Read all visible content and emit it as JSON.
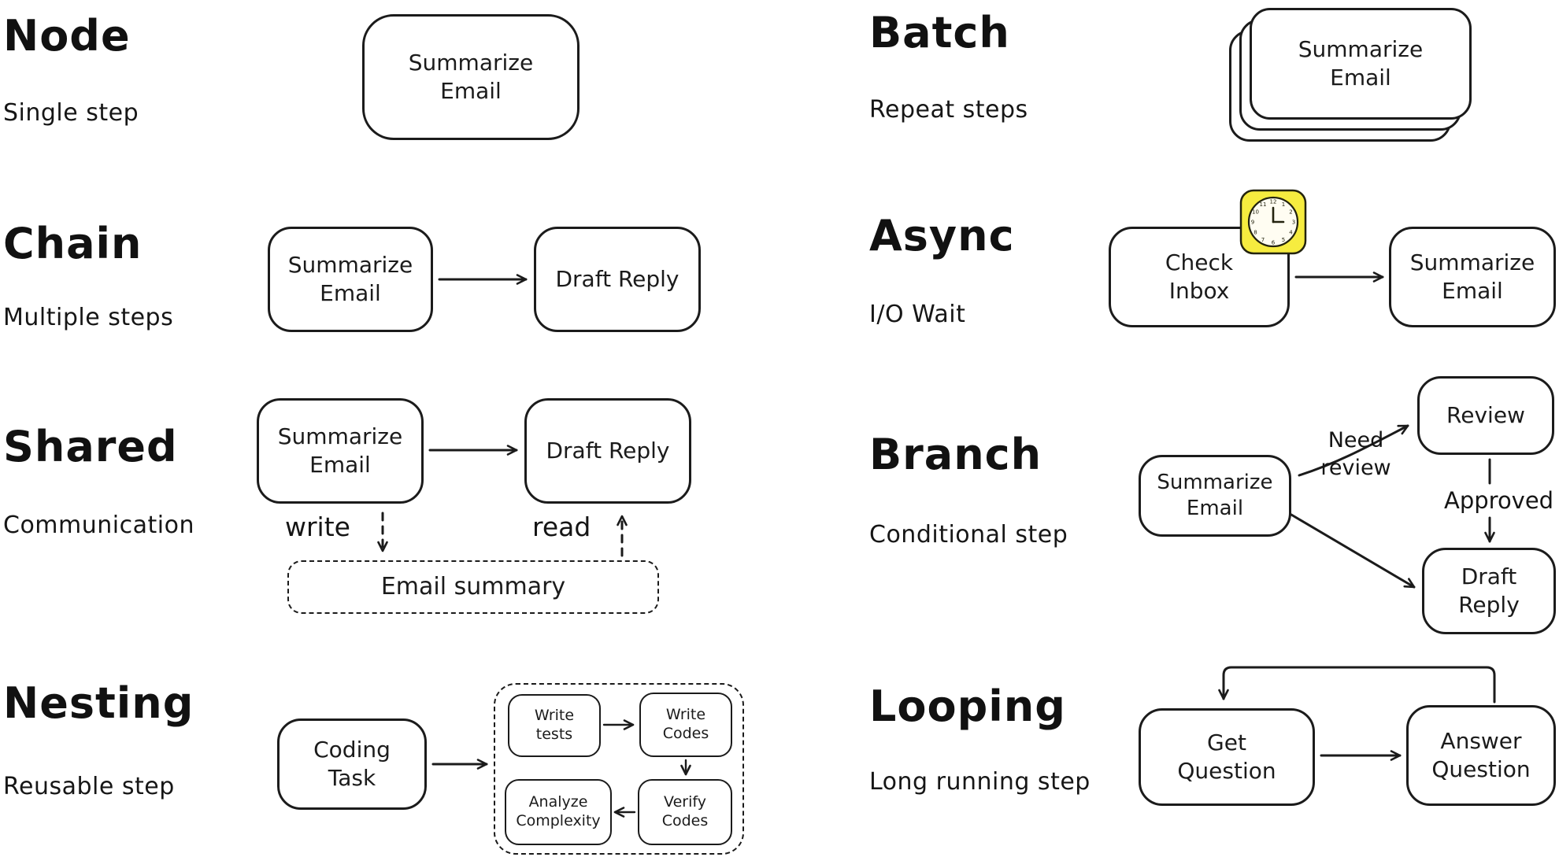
{
  "sections": {
    "node": {
      "title": "Node",
      "subtitle": "Single step",
      "box": "Summarize Email"
    },
    "chain": {
      "title": "Chain",
      "subtitle": "Multiple steps",
      "box1": "Summarize Email",
      "box2": "Draft Reply"
    },
    "shared": {
      "title": "Shared",
      "subtitle": "Communication",
      "box1": "Summarize Email",
      "box2": "Draft Reply",
      "write_label": "write",
      "read_label": "read",
      "store": "Email summary"
    },
    "nesting": {
      "title": "Nesting",
      "subtitle": "Reusable step",
      "box": "Coding Task",
      "sub_steps": {
        "s1": "Write tests",
        "s2": "Write Codes",
        "s3": "Analyze Complexity",
        "s4": "Verify Codes"
      }
    },
    "batch": {
      "title": "Batch",
      "subtitle": "Repeat steps",
      "box": "Summarize Email"
    },
    "async": {
      "title": "Async",
      "subtitle": "I/O Wait",
      "box1": "Check Inbox",
      "box2": "Summarize Email"
    },
    "branch": {
      "title": "Branch",
      "subtitle": "Conditional step",
      "box1": "Summarize Email",
      "box2": "Review",
      "box3": "Draft Reply",
      "label_need_review": "Need review",
      "label_approved": "Approved"
    },
    "looping": {
      "title": "Looping",
      "subtitle": "Long running step",
      "box1": "Get Question",
      "box2": "Answer Question"
    }
  },
  "icons": {
    "clock_icon": "clock",
    "clock_numbers": [
      "12",
      "1",
      "2",
      "3",
      "4",
      "5",
      "6",
      "7",
      "8",
      "9",
      "10",
      "11"
    ]
  },
  "colors": {
    "stroke": "#1b1b1b",
    "clock_fill": "#f6ec3f",
    "background": "#ffffff"
  }
}
